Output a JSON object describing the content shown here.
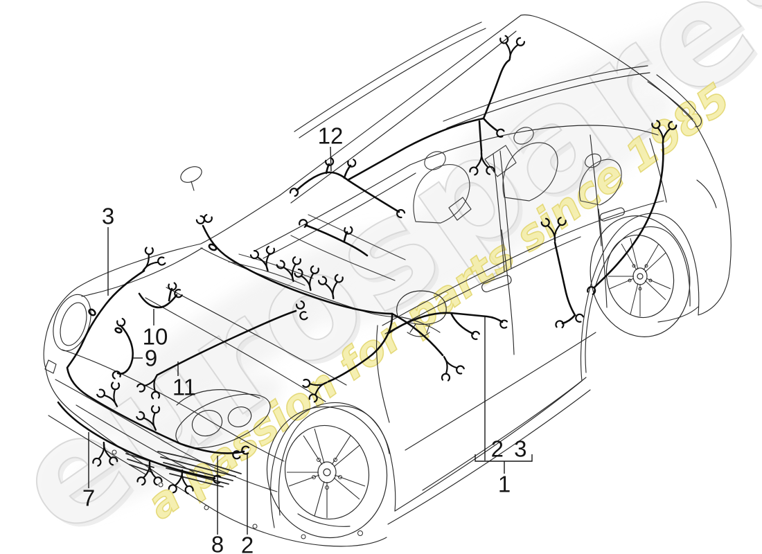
{
  "watermark": {
    "brand": "eurospares",
    "tagline": "a passion for parts since 1985",
    "brand_fill": "#f6f6f6",
    "brand_outline": "#d6d6d6",
    "tagline_fill": "#f2eb9d",
    "tagline_outline": "#ddd05e"
  },
  "diagram": {
    "ink_color": "#2a2a2a",
    "harness_color": "#0d0d0d",
    "callouts": [
      {
        "id": "12",
        "label": "12"
      },
      {
        "id": "3",
        "label": "3"
      },
      {
        "id": "10",
        "label": "10"
      },
      {
        "id": "9",
        "label": "9"
      },
      {
        "id": "11",
        "label": "11"
      },
      {
        "id": "7",
        "label": "7"
      },
      {
        "id": "8",
        "label": "8"
      },
      {
        "id": "2",
        "label": "2"
      }
    ],
    "group_callout": {
      "members": "2 3",
      "ref": "1"
    }
  }
}
